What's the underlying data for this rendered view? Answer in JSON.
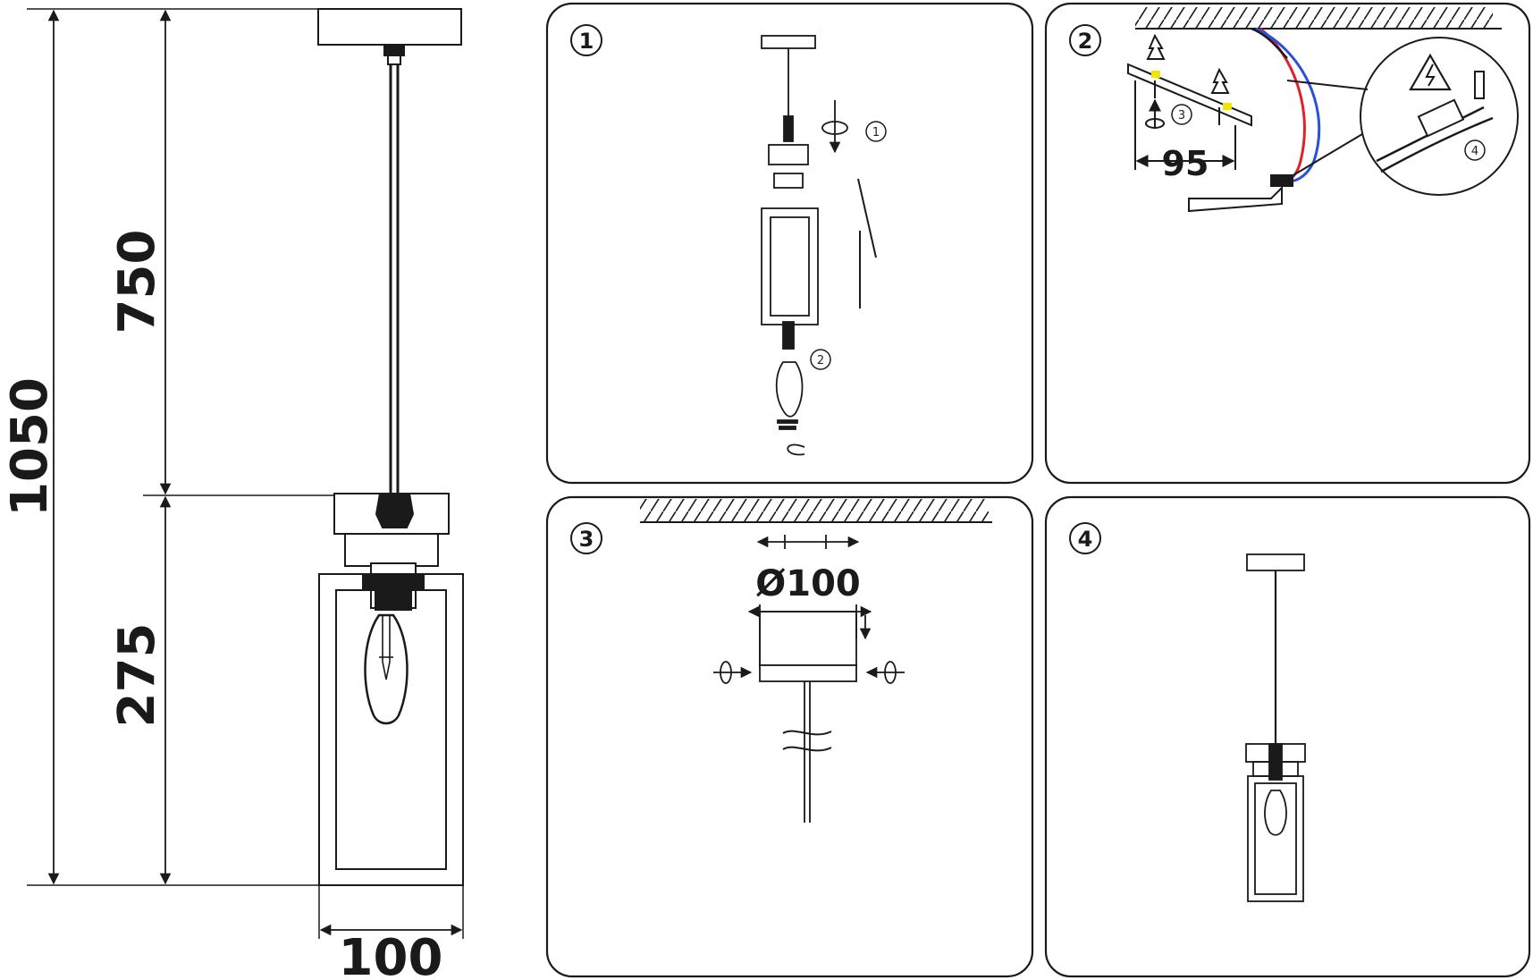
{
  "dimensions": {
    "total_height": "1050",
    "cord_length": "750",
    "shade_height": "275",
    "shade_width": "100"
  },
  "panels": [
    {
      "number": "1",
      "sub_steps": [
        "1",
        "2"
      ]
    },
    {
      "number": "2",
      "bracket_spacing": "95",
      "sub_steps": [
        "3",
        "4"
      ]
    },
    {
      "number": "3",
      "canopy_diameter": "Ø100"
    },
    {
      "number": "4"
    }
  ],
  "colors": {
    "line": "#1a1a1a",
    "wire_red": "#e0202a",
    "wire_blue": "#2a4fd8",
    "highlight": "#f2e600",
    "warning_fill": "#ffffff"
  },
  "icons": [
    "rotate-arrow-icon",
    "electric-warning-icon",
    "screw-icon",
    "wall-plug-icon"
  ]
}
